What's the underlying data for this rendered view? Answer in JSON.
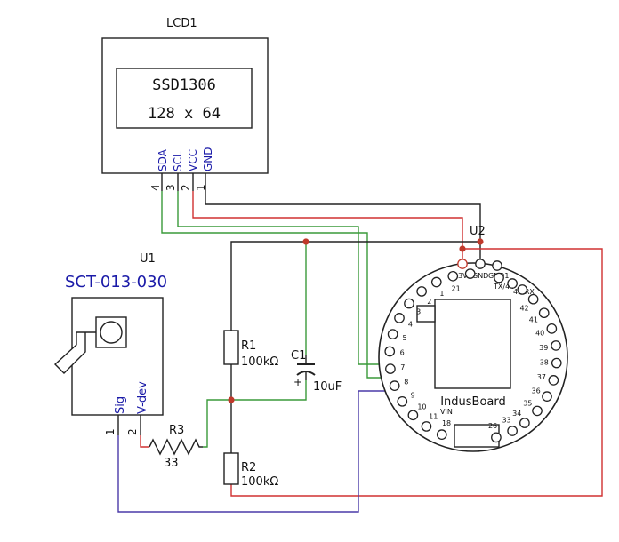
{
  "lcd": {
    "ref": "LCD1",
    "line1": "SSD1306",
    "line2": "128 x 64",
    "pins": [
      {
        "num": "4",
        "name": "SDA"
      },
      {
        "num": "3",
        "name": "SCL"
      },
      {
        "num": "2",
        "name": "VCC"
      },
      {
        "num": "1",
        "name": "GND"
      }
    ]
  },
  "sensor": {
    "ref": "U1",
    "part": "SCT-013-030",
    "pins": [
      {
        "num": "1",
        "name": "Sig"
      },
      {
        "num": "2",
        "name": "V-dev"
      }
    ]
  },
  "r1": {
    "ref": "R1",
    "value": "100kΩ"
  },
  "r2": {
    "ref": "R2",
    "value": "100kΩ"
  },
  "r3": {
    "ref": "R3",
    "value": "33"
  },
  "c1": {
    "ref": "C1",
    "value": "10uF",
    "polarity": "+"
  },
  "board": {
    "ref": "U2",
    "name": "IndusBoard",
    "top_labels": {
      "v3": "3V",
      "gnd": "GND",
      "gnd1": "GND1",
      "tx": "TX/44",
      "rx": "43/RX",
      "vin": "VIN"
    },
    "left_pins": [
      "21",
      "1",
      "2",
      "3",
      "4",
      "5",
      "6",
      "7",
      "8",
      "9",
      "10",
      "11",
      "18"
    ],
    "right_pins": [
      "42",
      "41",
      "40",
      "39",
      "38",
      "37",
      "36",
      "35",
      "34",
      "33",
      "26"
    ]
  },
  "colors": {
    "wire_black": "#222222",
    "wire_red": "#d03030",
    "wire_green": "#3a9a3a",
    "wire_blue": "#4a3aa8",
    "label_blue": "#1a1aa8",
    "junction": "#c0392b"
  }
}
